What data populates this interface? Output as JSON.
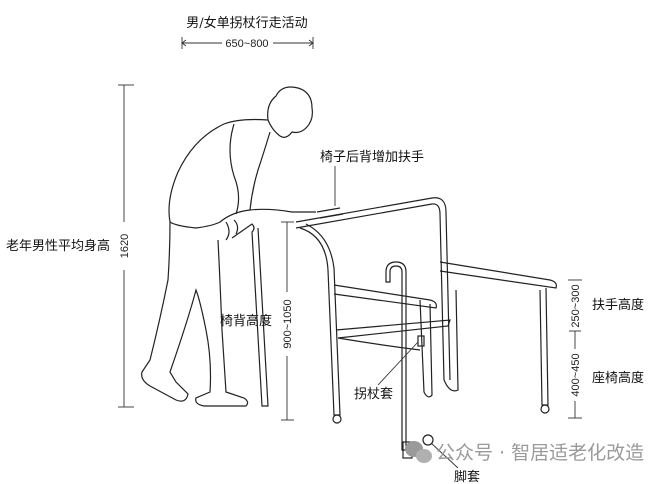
{
  "title": "男/女单拐杖行走活动",
  "dimensions": {
    "walk_width": "650~800",
    "body_height": "1620",
    "chair_back_height": "900~1050",
    "armrest_height": "250~300",
    "seat_height": "400~450"
  },
  "labels": {
    "body_height": "老年男性平均身高",
    "chair_back_height": "椅背高度",
    "back_handrail": "椅子后背增加扶手",
    "armrest_height": "扶手高度",
    "seat_height": "座椅高度",
    "cane_cover": "拐杖套",
    "foot_cover": "脚套"
  },
  "watermark": "公众号 · 智居适老化改造"
}
